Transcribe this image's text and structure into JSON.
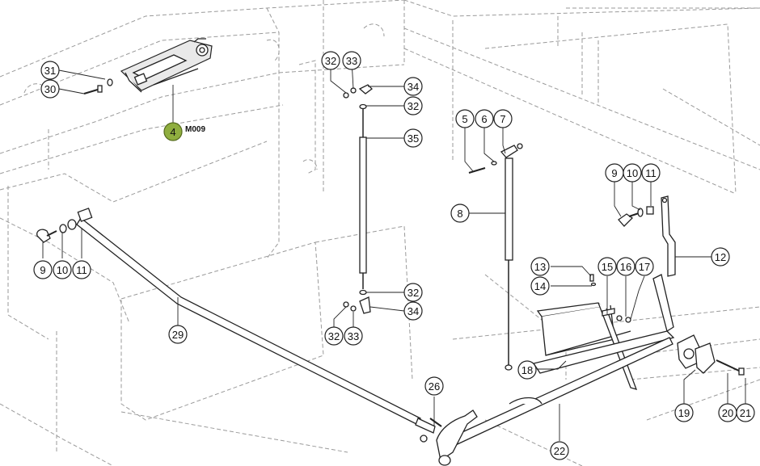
{
  "highlight_tag": "M009",
  "highlight_color": "#8fae3f",
  "callouts": [
    {
      "id": "c31",
      "label": "31"
    },
    {
      "id": "c30",
      "label": "30"
    },
    {
      "id": "c4",
      "label": "4",
      "highlight": true
    },
    {
      "id": "c32a",
      "label": "32"
    },
    {
      "id": "c33a",
      "label": "33"
    },
    {
      "id": "c34a",
      "label": "34"
    },
    {
      "id": "c32b",
      "label": "32"
    },
    {
      "id": "c35",
      "label": "35"
    },
    {
      "id": "c32c",
      "label": "32"
    },
    {
      "id": "c34b",
      "label": "34"
    },
    {
      "id": "c32d",
      "label": "32"
    },
    {
      "id": "c33b",
      "label": "33"
    },
    {
      "id": "c5",
      "label": "5"
    },
    {
      "id": "c6",
      "label": "6"
    },
    {
      "id": "c7",
      "label": "7"
    },
    {
      "id": "c8",
      "label": "8"
    },
    {
      "id": "c9a",
      "label": "9"
    },
    {
      "id": "c10a",
      "label": "10"
    },
    {
      "id": "c11a",
      "label": "11"
    },
    {
      "id": "c12",
      "label": "12"
    },
    {
      "id": "c13",
      "label": "13"
    },
    {
      "id": "c14",
      "label": "14"
    },
    {
      "id": "c15",
      "label": "15"
    },
    {
      "id": "c16",
      "label": "16"
    },
    {
      "id": "c17",
      "label": "17"
    },
    {
      "id": "c18",
      "label": "18"
    },
    {
      "id": "c9b",
      "label": "9"
    },
    {
      "id": "c10b",
      "label": "10"
    },
    {
      "id": "c11b",
      "label": "11"
    },
    {
      "id": "c29",
      "label": "29"
    },
    {
      "id": "c26",
      "label": "26"
    },
    {
      "id": "c22",
      "label": "22"
    },
    {
      "id": "c19",
      "label": "19"
    },
    {
      "id": "c20",
      "label": "20"
    },
    {
      "id": "c21",
      "label": "21"
    }
  ]
}
